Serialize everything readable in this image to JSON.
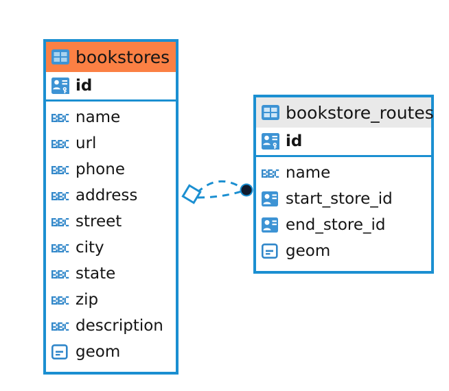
{
  "diagram": {
    "title": "bookstores / bookstore_routes entity relationship diagram",
    "colors": {
      "border_blue": "#1b8fd1",
      "header_orange": "#fb8044",
      "header_gray": "#e9e9e9",
      "icon_blue": "#3d93d4",
      "text": "#151515",
      "connector_dot": "#101b2e",
      "background": "#ffffff"
    },
    "entities": [
      {
        "id": "bookstores",
        "name": "bookstores",
        "header_icon": "table-icon",
        "header_style": "accent-orange",
        "primary_key": {
          "name": "id",
          "icon": "primary-key-icon"
        },
        "fields": [
          {
            "name": "name",
            "icon": "text-abc-icon"
          },
          {
            "name": "url",
            "icon": "text-abc-icon"
          },
          {
            "name": "phone",
            "icon": "text-abc-icon"
          },
          {
            "name": "address",
            "icon": "text-abc-icon"
          },
          {
            "name": "street",
            "icon": "text-abc-icon"
          },
          {
            "name": "city",
            "icon": "text-abc-icon"
          },
          {
            "name": "state",
            "icon": "text-abc-icon"
          },
          {
            "name": "zip",
            "icon": "text-abc-icon"
          },
          {
            "name": "description",
            "icon": "text-abc-icon"
          },
          {
            "name": "geom",
            "icon": "geometry-icon"
          }
        ]
      },
      {
        "id": "bookstore_routes",
        "name": "bookstore_routes",
        "header_icon": "table-icon",
        "header_style": "accent-gray",
        "primary_key": {
          "name": "id",
          "icon": "primary-key-icon"
        },
        "fields": [
          {
            "name": "name",
            "icon": "text-abc-icon"
          },
          {
            "name": "start_store_id",
            "icon": "foreign-key-icon"
          },
          {
            "name": "end_store_id",
            "icon": "foreign-key-icon"
          },
          {
            "name": "geom",
            "icon": "geometry-icon"
          }
        ]
      }
    ],
    "relationships": [
      {
        "from_entity": "bookstores",
        "to_entity": "bookstore_routes",
        "from_marker": "diamond-open-marker",
        "to_marker": "filled-circle-marker",
        "line_style": "dashed",
        "branches": 2
      }
    ]
  }
}
